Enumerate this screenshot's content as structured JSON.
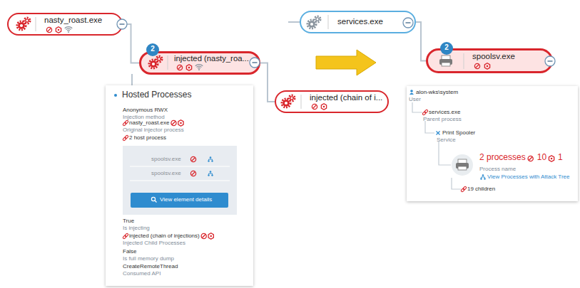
{
  "diagram": {
    "nodes": [
      {
        "text": [
          "nasty_roast.exe"
        ]
      },
      {
        "text": [
          "injected (nasty_roa..."
        ]
      },
      {
        "text": [
          "2"
        ],
        "in": 1
      },
      {
        "text": [
          "Hosted Processes",
          "Anonymous RWX",
          "Injection method",
          "nasty_roast.exe",
          "Original injector process",
          "2 host process",
          "True",
          "Is injecting",
          "injected (chain of injections)",
          "Injected Child Processes",
          "False",
          "Is full memory dump",
          "CreateRemoteThread",
          "Consumed API"
        ]
      },
      {
        "text": [
          "spoolsv.exe",
          "spoolsv.exe"
        ],
        "in": 3
      },
      {
        "text": [
          "View element details"
        ],
        "in": 4
      },
      {
        "text": [
          "injected (chain of i..."
        ]
      },
      {
        "text": [
          "services.exe"
        ]
      },
      {
        "text": [
          "spoolsv.exe"
        ]
      },
      {
        "text": [
          "2"
        ],
        "in": 8
      },
      {
        "text": [
          "alon-wks\\system",
          "User",
          "services.exe",
          "Parent process",
          "Print Spooler",
          "Service",
          "2 processes",
          "10",
          "1",
          "Process name",
          "View Processes with Attack Tree",
          "19 children"
        ]
      }
    ],
    "edges": [
      {
        "from": 0,
        "to": 1,
        "arrow": "none"
      },
      {
        "from": 1,
        "to": 6,
        "arrow": "none"
      },
      {
        "from": 7,
        "to": 8,
        "arrow": "none"
      }
    ]
  }
}
